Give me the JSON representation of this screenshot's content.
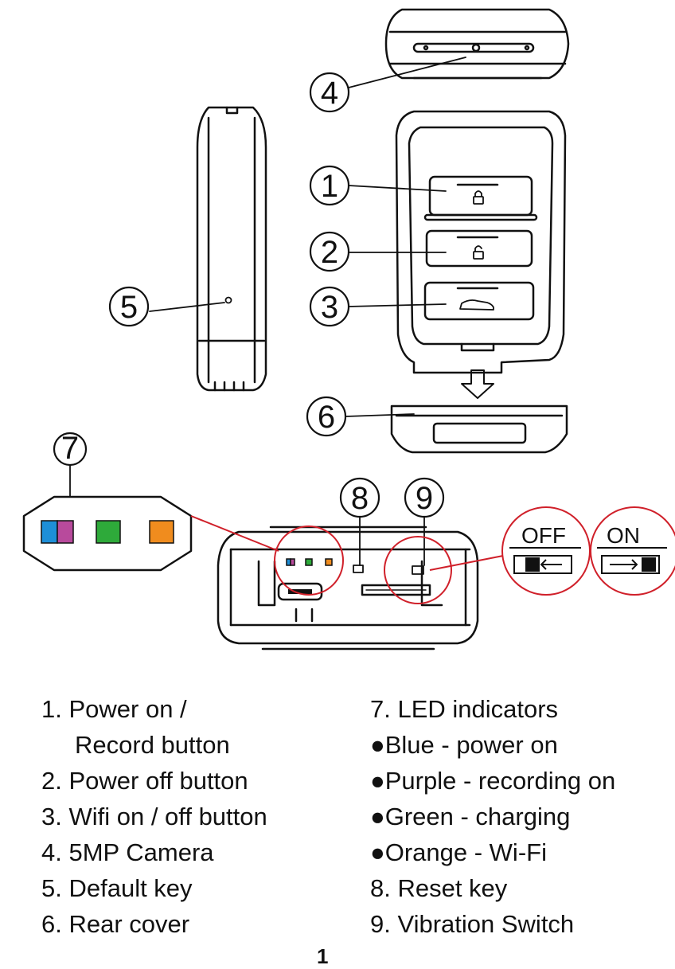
{
  "callouts": {
    "c1": "1",
    "c2": "2",
    "c3": "3",
    "c4": "4",
    "c5": "5",
    "c6": "6",
    "c7": "7",
    "c8": "8",
    "c9": "9"
  },
  "switch": {
    "off_label": "OFF",
    "on_label": "ON"
  },
  "led_colors": {
    "blue": "#1e8fd8",
    "purple": "#b84a9c",
    "green": "#2eaa3a",
    "orange": "#f08c1e"
  },
  "accent_red": "#d0202a",
  "legend": {
    "left": [
      "1. Power on /",
      "Record button",
      "2. Power off button",
      "3. Wifi on / off button",
      "4. 5MP Camera",
      "5. Default key",
      "6. Rear cover"
    ],
    "right": [
      "7. LED indicators",
      "●Blue - power on",
      "●Purple - recording on",
      "●Green - charging",
      "●Orange - Wi-Fi",
      "8. Reset key",
      "9. Vibration Switch"
    ]
  },
  "page_number": "1"
}
